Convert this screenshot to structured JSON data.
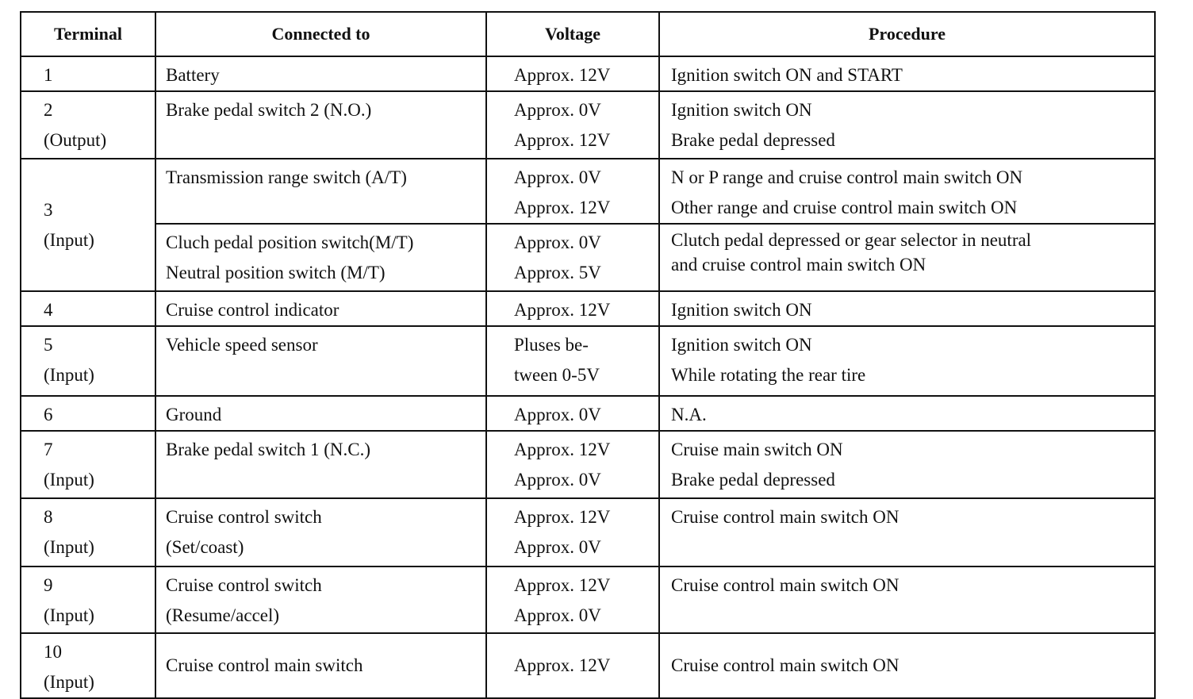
{
  "headers": {
    "terminal": "Terminal",
    "connected": "Connected to",
    "voltage": "Voltage",
    "procedure": "Procedure"
  },
  "rows": [
    {
      "terminal": [
        "1"
      ],
      "sub": [
        {
          "connected": [
            "Battery"
          ],
          "voltage": [
            "Approx. 12V"
          ],
          "procedure": [
            "Ignition switch ON and START"
          ]
        }
      ]
    },
    {
      "terminal": [
        "2",
        "(Output)"
      ],
      "sub": [
        {
          "connected": [
            "Brake pedal switch 2 (N.O.)"
          ],
          "voltage": [
            "Approx. 0V",
            "Approx. 12V"
          ],
          "procedure": [
            "Ignition switch ON",
            "Brake pedal depressed"
          ]
        }
      ]
    },
    {
      "terminal": [
        "3",
        "(Input)"
      ],
      "sub": [
        {
          "connected": [
            "Transmission range switch (A/T)"
          ],
          "voltage": [
            "Approx. 0V",
            "Approx. 12V"
          ],
          "procedure": [
            "N or P range and cruise control main switch ON",
            "Other range and cruise control main switch ON"
          ]
        },
        {
          "connected": [
            "Cluch pedal position switch(M/T)",
            "Neutral position switch (M/T)"
          ],
          "voltage": [
            "Approx. 0V",
            "Approx. 5V"
          ],
          "procedure": [
            "Clutch pedal depressed or gear selector in neutral",
            "and cruise control main switch ON"
          ]
        }
      ]
    },
    {
      "terminal": [
        "4"
      ],
      "sub": [
        {
          "connected": [
            "Cruise control indicator"
          ],
          "voltage": [
            "Approx. 12V"
          ],
          "procedure": [
            "Ignition switch ON"
          ]
        }
      ]
    },
    {
      "terminal": [
        "5",
        "(Input)"
      ],
      "sub": [
        {
          "connected": [
            "Vehicle speed sensor"
          ],
          "voltage": [
            "Pluses be-",
            "tween 0-5V"
          ],
          "procedure": [
            "Ignition switch ON",
            "While rotating the rear tire"
          ]
        }
      ]
    },
    {
      "terminal": [
        "6"
      ],
      "sub": [
        {
          "connected": [
            "Ground"
          ],
          "voltage": [
            "Approx. 0V"
          ],
          "procedure": [
            "N.A."
          ]
        }
      ]
    },
    {
      "terminal": [
        "7",
        "(Input)"
      ],
      "sub": [
        {
          "connected": [
            "Brake pedal switch 1 (N.C.)"
          ],
          "voltage": [
            "Approx. 12V",
            "Approx. 0V"
          ],
          "procedure": [
            "Cruise main switch ON",
            "Brake pedal depressed"
          ]
        }
      ]
    },
    {
      "terminal": [
        "8",
        "(Input)"
      ],
      "sub": [
        {
          "connected": [
            "Cruise control switch",
            "(Set/coast)"
          ],
          "voltage": [
            "Approx. 12V",
            "Approx. 0V"
          ],
          "procedure": [
            "Cruise control main switch ON"
          ]
        }
      ]
    },
    {
      "terminal": [
        "9",
        "(Input)"
      ],
      "sub": [
        {
          "connected": [
            "Cruise control switch",
            "(Resume/accel)"
          ],
          "voltage": [
            "Approx. 12V",
            "Approx. 0V"
          ],
          "procedure": [
            "Cruise control main switch ON"
          ]
        }
      ]
    },
    {
      "terminal": [
        "10",
        "(Input)"
      ],
      "sub": [
        {
          "connected": [
            "Cruise control main switch"
          ],
          "voltage": [
            "Approx. 12V"
          ],
          "procedure": [
            "Cruise control main switch ON"
          ]
        }
      ]
    }
  ]
}
